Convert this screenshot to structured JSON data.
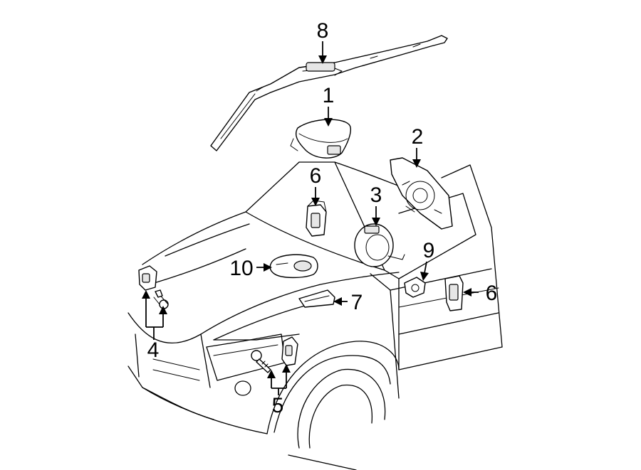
{
  "callouts": {
    "c1": "1",
    "c2": "2",
    "c3": "3",
    "c4": "4",
    "c5": "5",
    "c6a": "6",
    "c6b": "6",
    "c7": "7",
    "c8": "8",
    "c9": "9",
    "c10": "10"
  }
}
